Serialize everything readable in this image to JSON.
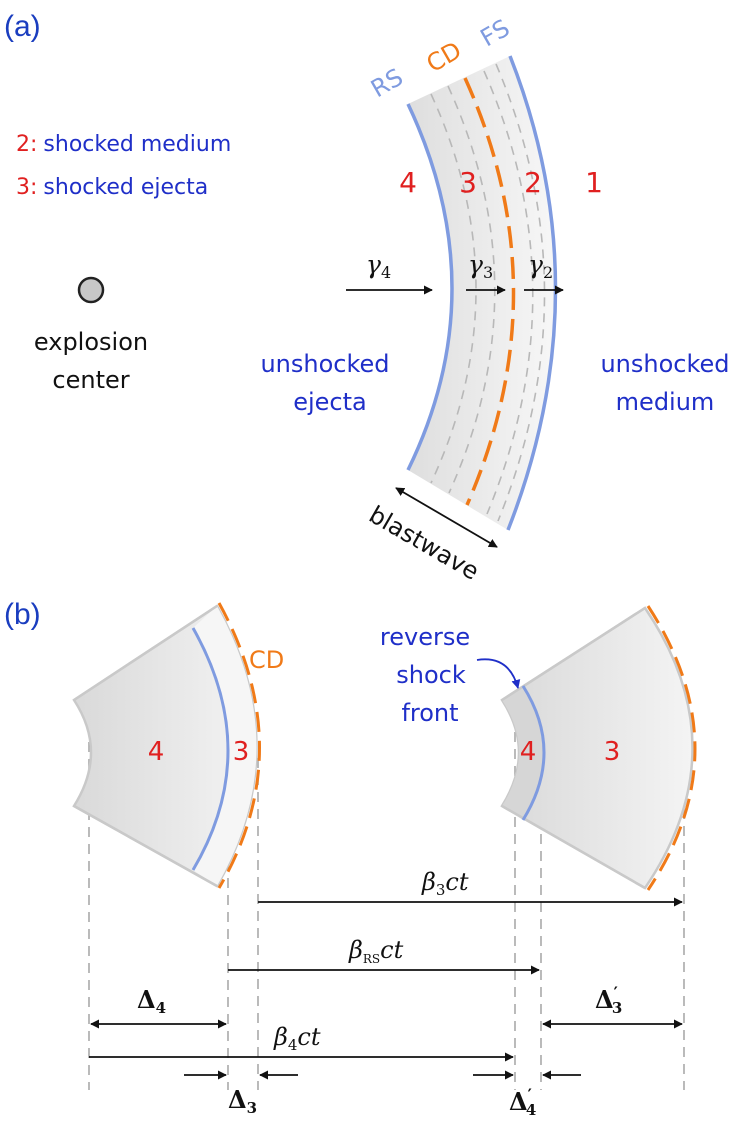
{
  "panel_a": {
    "label": "(a)",
    "legend": [
      {
        "num": "2",
        "sep": ":",
        "text": "shocked medium"
      },
      {
        "num": "3",
        "sep": ":",
        "text": "shocked ejecta"
      }
    ],
    "explosion_center": [
      "explosion",
      "center"
    ],
    "surfaces": {
      "rs": "RS",
      "cd": "CD",
      "fs": "FS"
    },
    "regions": {
      "r4": "4",
      "r3": "3",
      "r2": "2",
      "r1": "1"
    },
    "gammas": {
      "g4": "γ",
      "g4_sub": "4",
      "g3": "γ",
      "g3_sub": "3",
      "g2": "γ",
      "g2_sub": "2"
    },
    "unshocked_ejecta": [
      "unshocked",
      "ejecta"
    ],
    "unshocked_medium": [
      "unshocked",
      "medium"
    ],
    "blastwave": "blastwave"
  },
  "panel_b": {
    "label": "(b)",
    "cd": "CD",
    "left_regions": {
      "r4": "4",
      "r3": "3"
    },
    "right_regions": {
      "r4": "4",
      "r3": "3"
    },
    "reverse_shock": [
      "reverse",
      "shock",
      "front"
    ],
    "measures": {
      "beta3": {
        "sym": "β",
        "sub": "3",
        "rest": "ct"
      },
      "betaRS": {
        "sym": "β",
        "sub": "RS",
        "rest": "ct"
      },
      "beta4": {
        "sym": "β",
        "sub": "4",
        "rest": "ct"
      },
      "delta4": {
        "sym": "Δ",
        "sub": "4"
      },
      "delta3p": {
        "sym": "Δ",
        "sup": "′",
        "sub": "3"
      },
      "delta3": {
        "sym": "Δ",
        "sub": "3"
      },
      "delta4p": {
        "sym": "Δ",
        "sup": "′",
        "sub": "4"
      }
    }
  },
  "colors": {
    "panel_label": "#1a3dbf",
    "region_number": "#e02020",
    "text_blue": "#1f2fc8",
    "shock_line": "#7f9be0",
    "contact_discontinuity": "#f07a18",
    "shell_fill": "#e6e6e6",
    "dashed_guides": "#b8b8b8"
  }
}
